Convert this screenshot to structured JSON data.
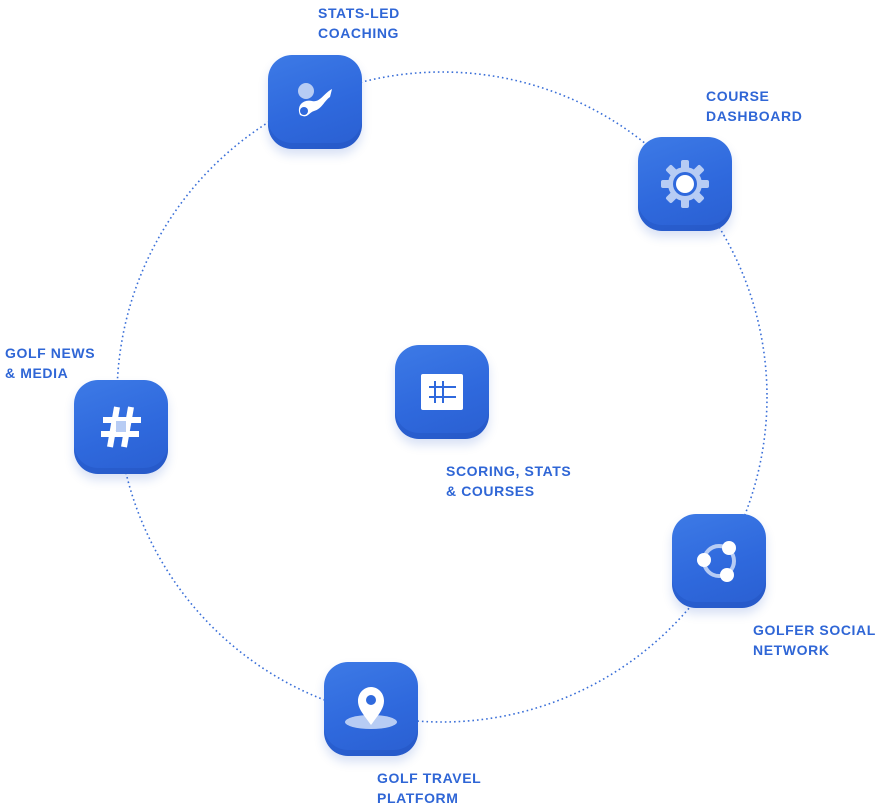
{
  "colors": {
    "accent": "#2f66d6",
    "tile": "#2f69dd",
    "ring": "#3a6fd8"
  },
  "center": {
    "label_line1": "SCORING, STATS",
    "label_line2": "& COURSES",
    "icon": "scorecard-grid-icon"
  },
  "nodes": [
    {
      "id": "stats-led-coaching",
      "label_line1": "STATS-LED",
      "label_line2": "COACHING",
      "icon": "coaching-swoosh-icon"
    },
    {
      "id": "course-dashboard",
      "label_line1": "COURSE",
      "label_line2": "DASHBOARD",
      "icon": "gear-icon"
    },
    {
      "id": "golfer-social-network",
      "label_line1": "GOLFER SOCIAL",
      "label_line2": "NETWORK",
      "icon": "share-network-icon"
    },
    {
      "id": "golf-travel-platform",
      "label_line1": "GOLF TRAVEL",
      "label_line2": "PLATFORM",
      "icon": "location-pin-icon"
    },
    {
      "id": "golf-news-media",
      "label_line1": "GOLF NEWS",
      "label_line2": "& MEDIA",
      "icon": "hashtag-icon"
    }
  ]
}
